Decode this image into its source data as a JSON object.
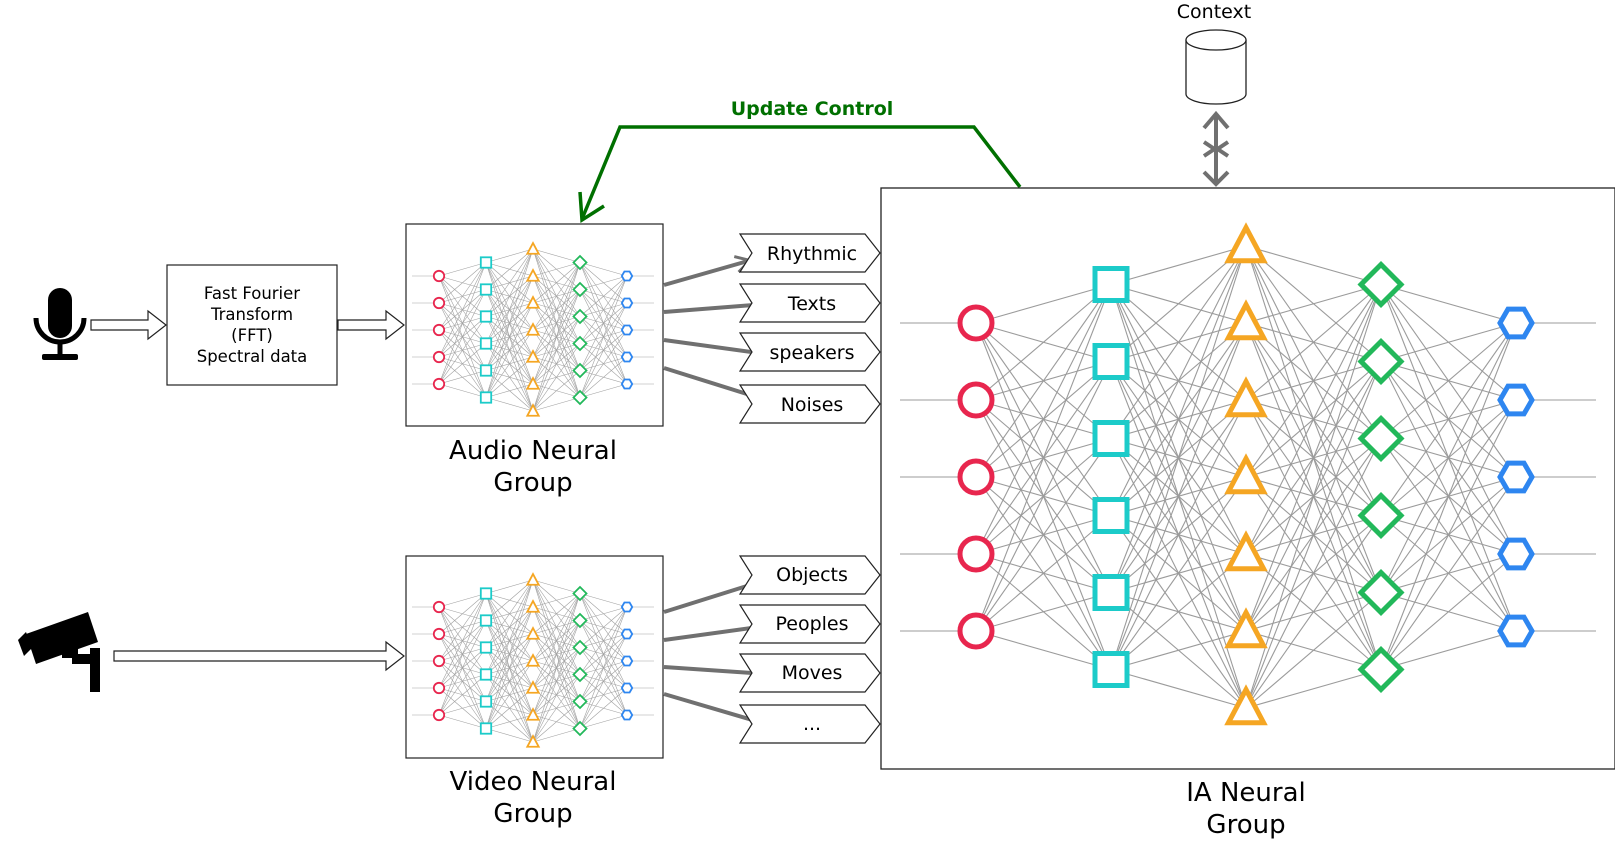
{
  "diagram": {
    "context": {
      "label": "Context"
    },
    "update_control": {
      "label": "Update Control",
      "color": "#007000"
    },
    "fft": {
      "lines": [
        "Fast Fourier",
        "Transform",
        "(FFT)",
        "Spectral data"
      ]
    },
    "audio_group": {
      "lines": [
        "Audio Neural",
        "Group"
      ]
    },
    "video_group": {
      "lines": [
        "Video Neural",
        "Group"
      ]
    },
    "ia_group": {
      "lines": [
        "IA Neural",
        "Group"
      ]
    },
    "audio_outputs": [
      "Rhythmic",
      "Texts",
      "speakers",
      "Noises"
    ],
    "video_outputs": [
      "Objects",
      "Peoples",
      "Moves",
      "..."
    ],
    "icons": {
      "input_audio": "microphone-icon",
      "input_video": "security-camera-icon",
      "storage": "database-cylinder-icon"
    },
    "colors": {
      "layer1_circle": "#e8264e",
      "layer2_square": "#1ccbc9",
      "layer3_triangle": "#f5a623",
      "layer4_diamond": "#22b85a",
      "layer5_hexagon": "#2e86f0",
      "connection": "#7a7a7a",
      "arrow": "#707070"
    }
  }
}
